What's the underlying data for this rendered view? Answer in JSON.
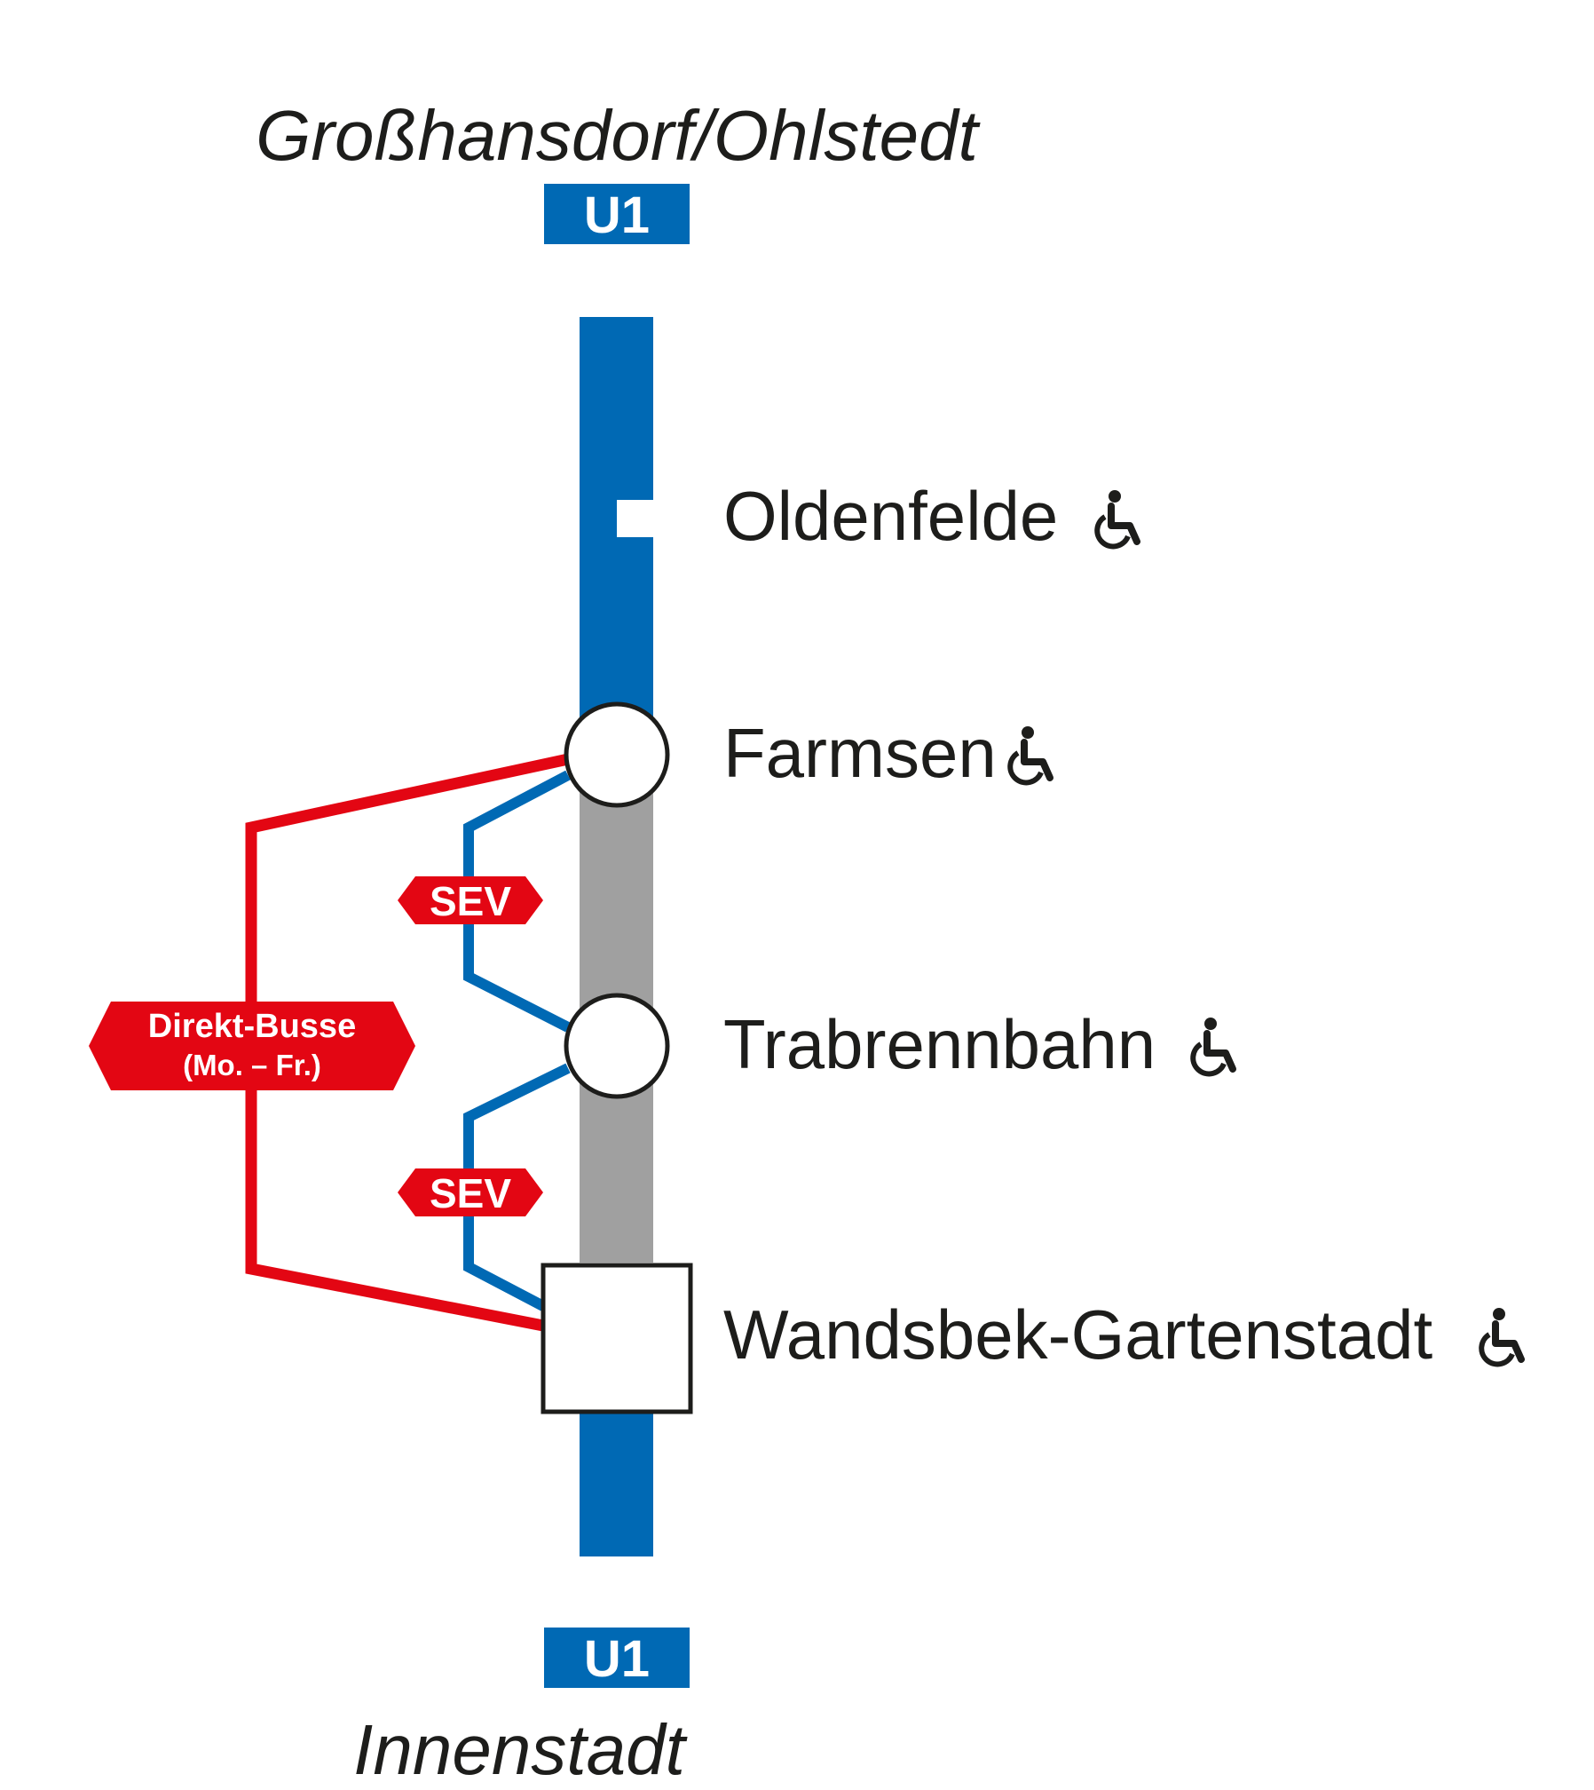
{
  "line": {
    "name": "U1",
    "color": "#0069b4",
    "closed_color": "#a0a0a0",
    "bus_color": "#e30613",
    "sev_color": "#0069b4"
  },
  "destinations": {
    "top": "Großhansdorf/Ohlstedt",
    "bottom": "Innenstadt"
  },
  "badges": {
    "top": "U1",
    "bottom": "U1"
  },
  "stations": [
    {
      "name": "Oldenfelde",
      "marker": "tick",
      "accessible": true
    },
    {
      "name": "Farmsen",
      "marker": "circle",
      "accessible": true
    },
    {
      "name": "Trabrennbahn",
      "marker": "circle",
      "accessible": true
    },
    {
      "name": "Wandsbek-Gartenstadt",
      "marker": "square",
      "accessible": true
    }
  ],
  "sev": {
    "upper_label": "SEV",
    "lower_label": "SEV"
  },
  "direct_bus": {
    "label": "Direkt-Busse",
    "sub_label": "(Mo. – Fr.)"
  },
  "icons": {
    "accessible": "wheelchair-icon"
  }
}
